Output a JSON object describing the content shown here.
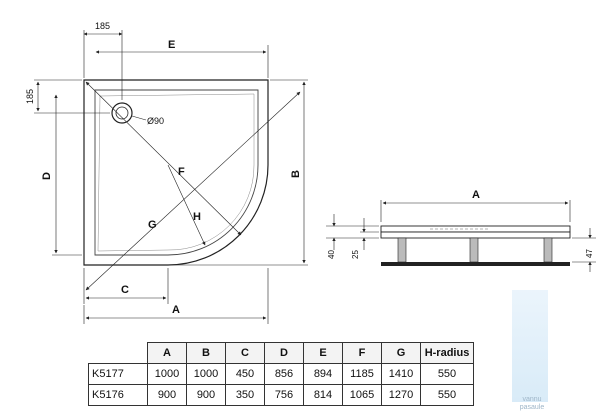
{
  "labels": {
    "top_dim": "185",
    "left_dim": "185",
    "E": "E",
    "D": "D",
    "B": "B",
    "F": "F",
    "G": "G",
    "H": "H",
    "C": "C",
    "A_bottom": "A",
    "drain": "Ø90",
    "A_side": "A",
    "h40": "40",
    "h25": "25",
    "h47": "47"
  },
  "table": {
    "headers": [
      "A",
      "B",
      "C",
      "D",
      "E",
      "F",
      "G",
      "H-radius"
    ],
    "rows": [
      {
        "model": "K5177",
        "values": [
          "1000",
          "1000",
          "450",
          "856",
          "894",
          "1185",
          "1410",
          "550"
        ]
      },
      {
        "model": "K5176",
        "values": [
          "900",
          "900",
          "350",
          "756",
          "814",
          "1065",
          "1270",
          "550"
        ]
      }
    ]
  },
  "watermark": {
    "line1": "vannu",
    "line2": "pasaule"
  },
  "colors": {
    "line": "#222222",
    "watermark": "#cfe6f6"
  }
}
